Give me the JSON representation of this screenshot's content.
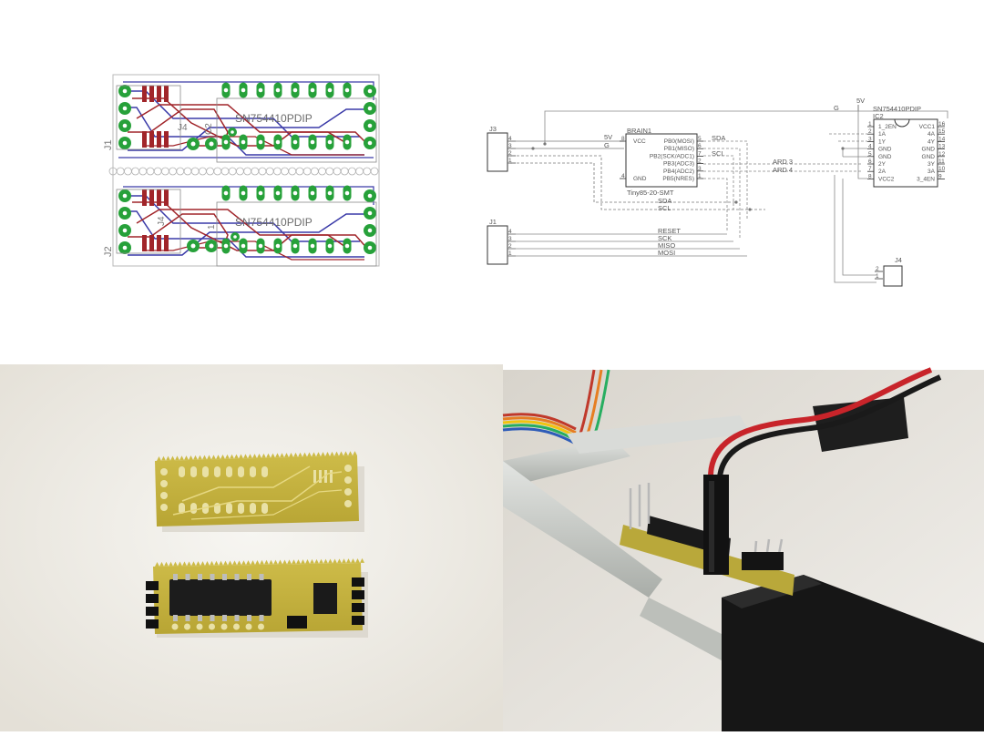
{
  "pcb": {
    "chip_label": "SN754410PDIP",
    "connector_top": "J1",
    "connector_bottom": "J2",
    "ref_top_a": "J4",
    "ref_top_b": "C2",
    "ref_bottom_a": "J4",
    "ref_bottom_b": "1"
  },
  "schematic": {
    "brain": {
      "name": "BRAIN1",
      "part": "Tiny85-20-SMT",
      "left_pins": [
        {
          "num": "8",
          "label": "VCC"
        },
        {
          "num": "4",
          "label": "GND"
        }
      ],
      "right_pins": [
        {
          "num": "5",
          "label": "PB0(MOSI)"
        },
        {
          "num": "6",
          "label": "PB1(MISO)"
        },
        {
          "num": "7",
          "label": "PB2(SCK/ADC1)"
        },
        {
          "num": "2",
          "label": "PB3(ADC3)"
        },
        {
          "num": "3",
          "label": "PB4(ADC2)"
        },
        {
          "num": "1",
          "label": "PB5(NRES)"
        }
      ]
    },
    "ic": {
      "name": "SN754410PDIP",
      "ref": "IC2",
      "left_pins": [
        {
          "num": "1",
          "label": "1_2EN"
        },
        {
          "num": "2",
          "label": "1A"
        },
        {
          "num": "3",
          "label": "1Y"
        },
        {
          "num": "4",
          "label": "GND"
        },
        {
          "num": "5",
          "label": "GND"
        },
        {
          "num": "6",
          "label": "2Y"
        },
        {
          "num": "7",
          "label": "2A"
        },
        {
          "num": "8",
          "label": "VCC2"
        }
      ],
      "right_pins": [
        {
          "num": "16",
          "label": "VCC1"
        },
        {
          "num": "15",
          "label": "4A"
        },
        {
          "num": "14",
          "label": "4Y"
        },
        {
          "num": "13",
          "label": "GND"
        },
        {
          "num": "12",
          "label": "GND"
        },
        {
          "num": "11",
          "label": "3Y"
        },
        {
          "num": "10",
          "label": "3A"
        },
        {
          "num": "9",
          "label": "3_4EN"
        }
      ]
    },
    "j3": {
      "name": "J3",
      "pins": [
        "4",
        "3",
        "2",
        "1"
      ]
    },
    "j1": {
      "name": "J1",
      "pins": [
        "4",
        "3",
        "2",
        "1"
      ]
    },
    "j4": {
      "name": "J4",
      "pins": [
        "2",
        "1"
      ]
    },
    "nets": {
      "v5": "5V",
      "g": "G",
      "sda": "SDA",
      "scl": "SCL",
      "ard3": "ARD 3",
      "ard4": "ARD 4",
      "reset": "RESET",
      "sck": "SCK",
      "miso": "MISO",
      "mosi": "MOSI",
      "top_5v": "5V",
      "top_g": "G"
    }
  },
  "colors": {
    "copper_red": "#a1252a",
    "copper_blue": "#3a3aa8",
    "pad_green": "#27a13a",
    "board_outline": "#b0b0b0",
    "pcb_board": "#c9b84a",
    "aluminum": "#c9ccc8",
    "servo_black": "#151515",
    "wire_red": "#c8242a"
  }
}
